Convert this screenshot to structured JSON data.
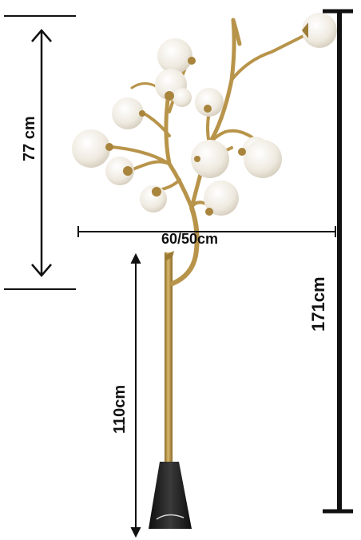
{
  "dimensions": {
    "height_shade_section": "77 cm",
    "width": "60/50cm",
    "height_stem": "110cm",
    "height_total": "171cm"
  },
  "colors": {
    "brass": "#b8944a",
    "brass_dark": "#8a6a2a",
    "globe": "#f4f1ea",
    "base": "#1c1c1c",
    "line": "#111111"
  }
}
